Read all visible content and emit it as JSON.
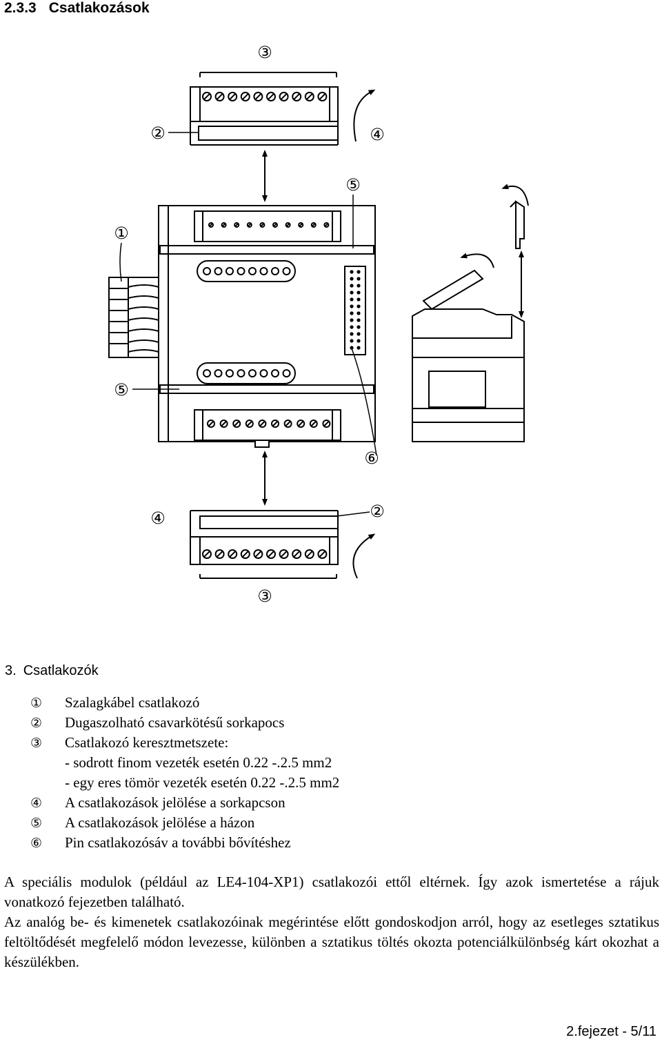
{
  "heading": {
    "number": "2.3.3",
    "title": "Csatlakozások"
  },
  "figure": {
    "callouts": {
      "c3_top": "③",
      "c2_top": "②",
      "c4_top": "④",
      "c5_top": "⑤",
      "c1": "①",
      "c5_left": "⑤",
      "c6": "⑥",
      "c4_bottom": "④",
      "c2_bottom": "②",
      "c3_bottom": "③"
    }
  },
  "caption": {
    "number": "3.",
    "title": "Csatlakozók"
  },
  "legend": {
    "items": [
      {
        "mark": "①",
        "text": "Szalagkábel csatlakozó"
      },
      {
        "mark": "②",
        "text": "Dugaszolható csavarkötésű sorkapocs"
      },
      {
        "mark": "③",
        "text": "Csatlakozó keresztmetszete:"
      },
      {
        "mark": "",
        "text": "- sodrott finom vezeték esetén 0.22 -.2.5 mm2"
      },
      {
        "mark": "",
        "text": "- egy eres tömör vezeték esetén 0.22 -.2.5 mm2"
      },
      {
        "mark": "④",
        "text": "A csatlakozások jelölése a sorkapcson"
      },
      {
        "mark": "⑤",
        "text": "A csatlakozások jelölése a házon"
      },
      {
        "mark": "⑥",
        "text": "Pin csatlakozósáv a további bővítéshez"
      }
    ]
  },
  "paragraphs": [
    "A speciális modulok (például az LE4-104-XP1) csatlakozói ettől eltérnek. Így azok ismertetése a rájuk vonatkozó fejezetben található.",
    "Az analóg be- és kimenetek csatlakozóinak megérintése előtt gondoskodjon arról, hogy az esetleges sztatikus feltöltődését megfelelő módon levezesse, különben a sztatikus töltés okozta potenciálkülönbség kárt okozhat a készülékben."
  ],
  "footer": {
    "page": "2.fejezet - 5/11"
  }
}
